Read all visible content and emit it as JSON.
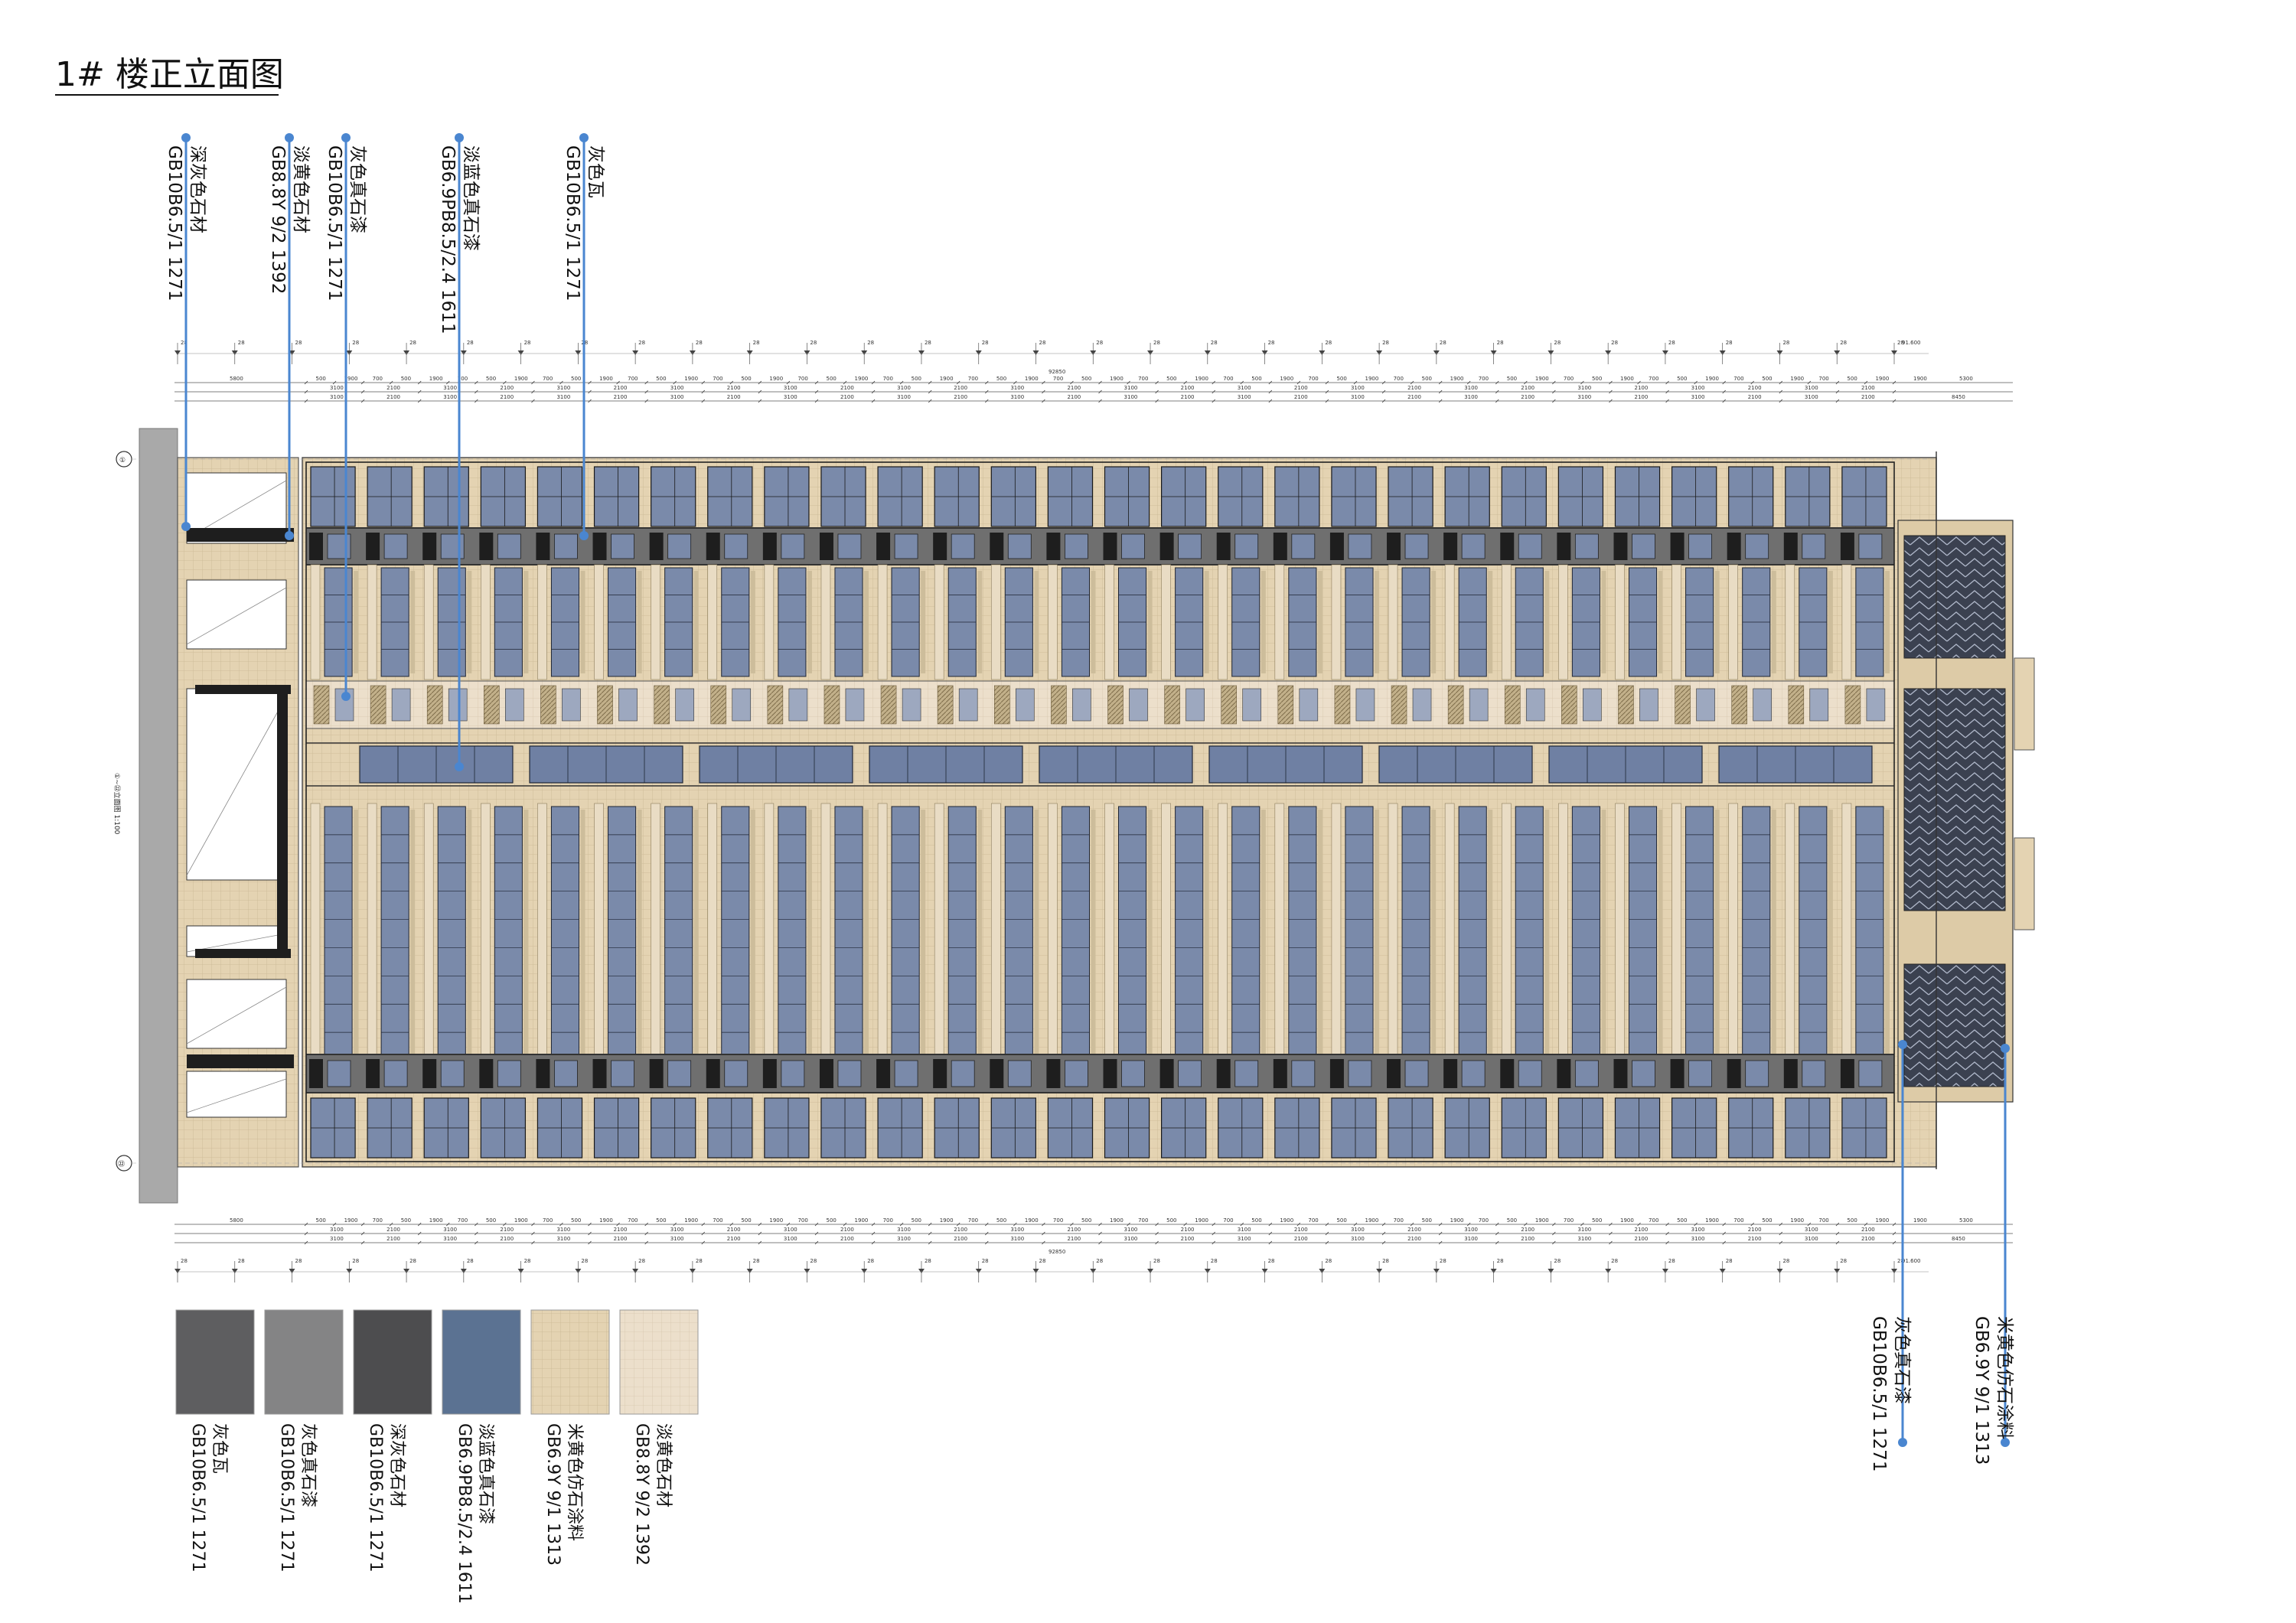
{
  "title": "1# 楼正立面图",
  "colors": {
    "facade": "#e6d5b6",
    "window": "#7a8aaa",
    "window_dark": "#2b3244",
    "callout": "#4a86d0",
    "dark_panel": "#1e1e1e",
    "grey_stone": "#9d9d9d",
    "dark_stripe": "#3b4150"
  },
  "callouts_top": [
    {
      "name": "深灰色石材",
      "code": "GB10B6.5/1 1271"
    },
    {
      "name": "淡黄色石材",
      "code": "GB8.8Y 9/2 1392"
    },
    {
      "name": "灰色真石漆",
      "code": "GB10B6.5/1 1271"
    },
    {
      "name": "淡蓝色真石漆",
      "code": "GB6.9PB8.5/2.4 1611"
    },
    {
      "name": "灰色瓦",
      "code": "GB10B6.5/1 1271"
    }
  ],
  "callouts_bottom": [
    {
      "name": "灰色真石漆",
      "code": "GB10B6.5/1 1271"
    },
    {
      "name": "米黄色仿石涂料",
      "code": "GB6.9Y 9/1 1313"
    }
  ],
  "swatches": [
    {
      "name": "灰色瓦",
      "code": "GB10B6.5/1 1271",
      "color": "#5e5e60"
    },
    {
      "name": "灰色真石漆",
      "code": "GB10B6.5/1 1271",
      "color": "#848485"
    },
    {
      "name": "深灰色石材",
      "code": "GB10B6.5/1 1271",
      "color": "#4d4d4f"
    },
    {
      "name": "淡蓝色真石漆",
      "code": "GB6.9PB8.5/2.4 1611",
      "color": "#5b7292"
    },
    {
      "name": "米黄色仿石涂料",
      "code": "GB6.9Y 9/1 1313",
      "color": "#e4d3b2"
    },
    {
      "name": "淡黄色石材",
      "code": "GB8.8Y 9/2 1392",
      "color": "#ecdfcb"
    }
  ],
  "dimensions": {
    "segment_small": [
      "500",
      "1900",
      "700"
    ],
    "segment_medium": [
      "3100",
      "2100"
    ],
    "first_span": "5800",
    "end_span": "8450",
    "total": "92850",
    "right_span": "5300",
    "right_small": "1900",
    "storey_mark": "28",
    "level_mark": "91.600"
  },
  "axis_labels": [
    "①",
    "㉒"
  ],
  "side_section_label": "①~㉒立面图 1:100"
}
